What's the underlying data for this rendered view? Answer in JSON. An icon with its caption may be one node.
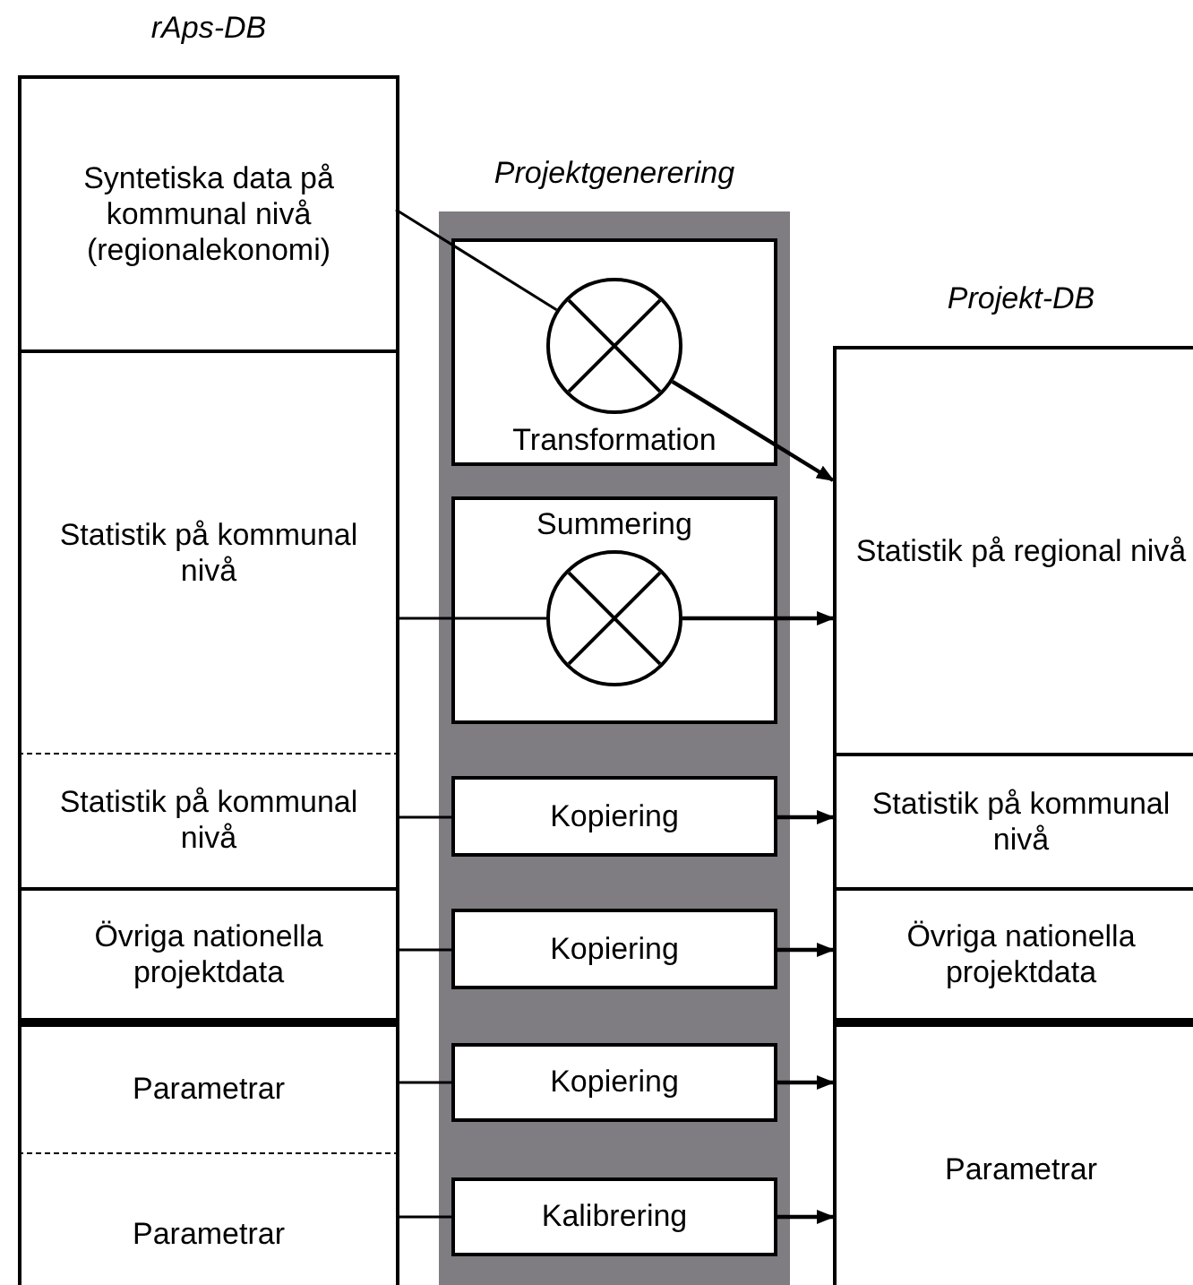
{
  "diagram": {
    "nodes": [
      {
        "text": [
          "rAps-DB"
        ]
      },
      {
        "text": [
          "Syntetiska data på kommunal nivå (regionalekonomi)"
        ],
        "in": 0
      },
      {
        "text": [
          "Statistik på kommunal nivå"
        ],
        "in": 0
      },
      {
        "text": [
          "Statistik på kommunal nivå"
        ],
        "in": 0
      },
      {
        "text": [
          "Övriga nationella projektdata"
        ],
        "in": 0
      },
      {
        "text": [
          "Parametrar"
        ],
        "in": 0
      },
      {
        "text": [
          "Parametrar"
        ],
        "in": 0
      },
      {
        "text": [
          "Projektgenerering"
        ]
      },
      {
        "text": [
          "Transformation"
        ],
        "in": 7
      },
      {
        "text": [],
        "shape": "circle",
        "in": 8
      },
      {
        "text": [
          "Summering"
        ],
        "in": 7
      },
      {
        "text": [],
        "shape": "circle",
        "in": 10
      },
      {
        "text": [
          "Kopiering"
        ],
        "in": 7
      },
      {
        "text": [
          "Kopiering"
        ],
        "in": 7
      },
      {
        "text": [
          "Kopiering"
        ],
        "in": 7
      },
      {
        "text": [
          "Kalibrering"
        ],
        "in": 7
      },
      {
        "text": [
          "Projekt-DB"
        ]
      },
      {
        "text": [
          "Statistik på regional nivå"
        ],
        "in": 16
      },
      {
        "text": [
          "Statistik på kommunal nivå"
        ],
        "in": 16
      },
      {
        "text": [
          "Övriga nationella projektdata"
        ],
        "in": 16
      },
      {
        "text": [
          "Parametrar"
        ],
        "in": 16
      }
    ],
    "edges": [
      {
        "from": 1,
        "to": 9,
        "arrow": "none"
      },
      {
        "from": 9,
        "to": 17,
        "arrow": "to"
      },
      {
        "from": 2,
        "to": 11,
        "arrow": "none"
      },
      {
        "from": 11,
        "to": 17,
        "arrow": "to"
      },
      {
        "from": 3,
        "to": 12,
        "arrow": "none"
      },
      {
        "from": 12,
        "to": 18,
        "arrow": "to"
      },
      {
        "from": 4,
        "to": 13,
        "arrow": "none"
      },
      {
        "from": 13,
        "to": 19,
        "arrow": "to"
      },
      {
        "from": 5,
        "to": 14,
        "arrow": "none"
      },
      {
        "from": 14,
        "to": 20,
        "arrow": "to"
      },
      {
        "from": 6,
        "to": 15,
        "arrow": "none"
      },
      {
        "from": 15,
        "to": 20,
        "arrow": "to"
      }
    ]
  }
}
